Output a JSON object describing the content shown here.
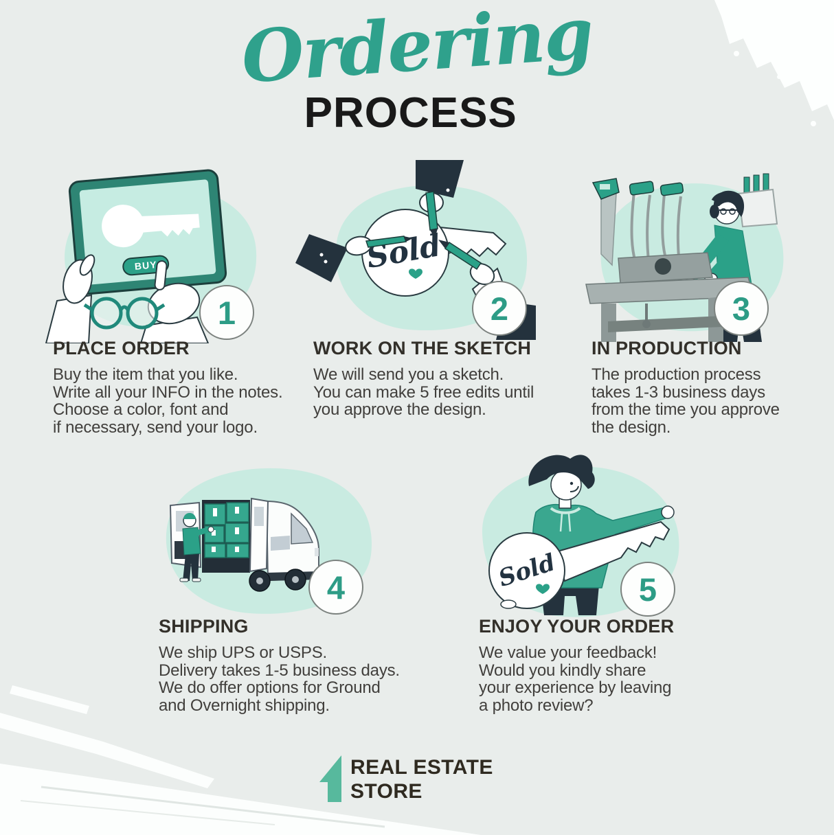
{
  "page": {
    "background": "#e9edeb",
    "title": {
      "script": "Ordering",
      "word": "PROCESS"
    }
  },
  "colors": {
    "accent_teal": "#2fa18c",
    "blob_teal": "#c9ebe1",
    "ink_navy": "#24323d",
    "heading_color": "#33302a",
    "body_text_color": "#413f3c",
    "badge_number_color": "#2d9c86",
    "logo_teal": "#57b99d"
  },
  "steps": [
    {
      "number": "1",
      "heading": "PLACE ORDER",
      "text": "Buy the item that you like.\nWrite all your INFO in the notes.\nChoose a color, font and\nif necessary, send your logo.",
      "illustration": "hands-tablet-buy-key"
    },
    {
      "number": "2",
      "heading": "WORK ON THE SKETCH",
      "text": "We will send you a sketch.\nYou can make 5 free edits until\nyou approve the design.",
      "illustration": "hands-sketching-sold-key-sign"
    },
    {
      "number": "3",
      "heading": "IN PRODUCTION",
      "text": "The production process\ntakes 1-3 business days\nfrom the time you approve\nthe design.",
      "illustration": "carpenter-at-workbench"
    },
    {
      "number": "4",
      "heading": "SHIPPING",
      "text": "We ship UPS or USPS.\nDelivery takes 1-5 business days.\nWe do offer options for Ground\nand Overnight shipping.",
      "illustration": "delivery-van-loading-boxes"
    },
    {
      "number": "5",
      "heading": "ENJOY YOUR ORDER",
      "text": "We value your feedback!\nWould you kindly share\nyour experience by leaving\na photo review?",
      "illustration": "man-holding-sold-key-sign"
    }
  ],
  "labels": {
    "buy_button": "BUY",
    "sold_sign": "Sold"
  },
  "footer": {
    "brand_line1": "REAL ESTATE",
    "brand_line2": "STORE"
  }
}
